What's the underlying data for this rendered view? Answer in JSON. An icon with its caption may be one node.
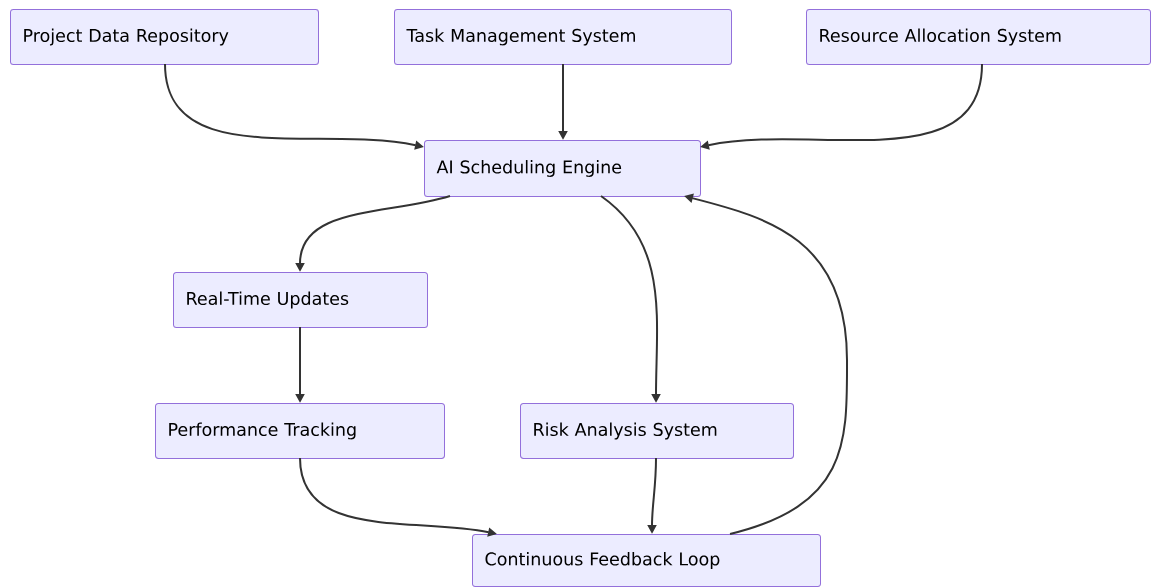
{
  "diagram": {
    "nodes": [
      {
        "text": [
          "Project Data Repository"
        ]
      },
      {
        "text": [
          "Task Management System"
        ]
      },
      {
        "text": [
          "Resource Allocation System"
        ]
      },
      {
        "text": [
          "AI Scheduling Engine"
        ]
      },
      {
        "text": [
          "Real-Time Updates"
        ]
      },
      {
        "text": [
          "Performance Tracking"
        ]
      },
      {
        "text": [
          "Risk Analysis System"
        ]
      },
      {
        "text": [
          "Continuous Feedback Loop"
        ]
      }
    ],
    "edges": [
      {
        "from": 0,
        "to": 3,
        "arrow": "to"
      },
      {
        "from": 1,
        "to": 3,
        "arrow": "to"
      },
      {
        "from": 2,
        "to": 3,
        "arrow": "to"
      },
      {
        "from": 3,
        "to": 4,
        "arrow": "to"
      },
      {
        "from": 3,
        "to": 6,
        "arrow": "to"
      },
      {
        "from": 4,
        "to": 5,
        "arrow": "to"
      },
      {
        "from": 5,
        "to": 7,
        "arrow": "to"
      },
      {
        "from": 6,
        "to": 7,
        "arrow": "to"
      },
      {
        "from": 7,
        "to": 3,
        "arrow": "to"
      }
    ]
  }
}
